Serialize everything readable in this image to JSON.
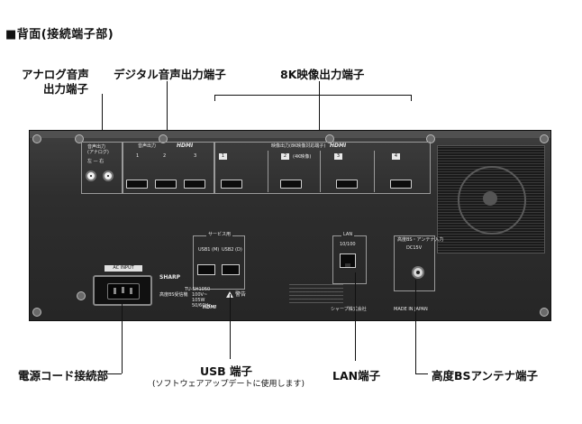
{
  "page": {
    "title": "■背面(接続端子部)"
  },
  "callouts": {
    "analog_audio": [
      "アナログ音声",
      "出力端子"
    ],
    "digital_audio": "デジタル音声出力端子",
    "hdmi_8k": "8K映像出力端子",
    "power_cord": "電源コード接続部",
    "usb": "USB 端子",
    "usb_note": "(ソフトウェアアップデートに使用します)",
    "lan": "LAN端子",
    "bs_antenna": "高度BSアンテナ端子"
  },
  "device": {
    "analog_header": [
      "音声出力",
      "(アナログ)"
    ],
    "analog_lr": "左 — 右",
    "digital_header": "音声出力",
    "hdmi_logo": "HDMI",
    "digital_numbers": [
      "1",
      "2",
      "3"
    ],
    "video_header": "映像出力(8K映像対応端子)",
    "video_numbers": [
      "1",
      "2",
      "3",
      "4"
    ],
    "video_sub": "(4K映像)",
    "ac_input": "AC INPUT",
    "usb_header": "サービス用",
    "usb_ports": [
      "USB1 (M)",
      "USB2 (D)"
    ],
    "brand": "SHARP",
    "model": "TU-SH1050",
    "spec_lines": [
      "高度BS受信機",
      "100V~",
      "105W",
      "50/60Hz"
    ],
    "warning": "警告",
    "lan_label": "LAN",
    "lan_speed": "10/100",
    "antenna_header": "高度BS・アンテナ入力",
    "antenna_power": "DC15V",
    "maker": "シャープ株式会社",
    "made_in": "MADE IN JAPAN"
  }
}
